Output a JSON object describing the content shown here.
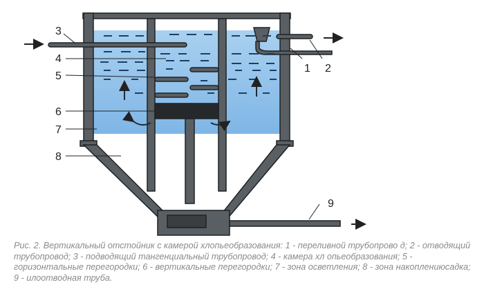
{
  "diagram": {
    "title": "Вертикальный отстойник с камерой хлопьеобразования",
    "labels": [
      "1",
      "2",
      "3",
      "4",
      "5",
      "6",
      "7",
      "8",
      "9"
    ],
    "colors": {
      "water": "#8fc0e8",
      "wall": "#555a5e",
      "wall_edge": "#1e2224",
      "dash": "#1c3d6a"
    }
  },
  "caption": "Рис. 2. Вертикальный отстойник с камерой хлопьеобразования: 1 - переливной трубопрово д; 2 - отводящий трубопровод; 3 - подводящий тангенциальный трубопровод; 4 - камера хл опьеобразования; 5 - горизонтальные перегородки; 6 - вертикальные перегородки; 7 - зона осветления; 8 - зона накоплениюсадка; 9 - илоотводная труба."
}
